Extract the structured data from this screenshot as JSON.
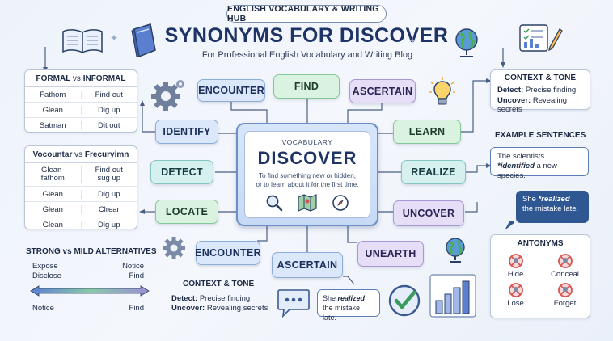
{
  "header": {
    "hub_label": "ENGLISH VOCABULARY & WRITING HUB",
    "title": "SYNONYMS FOR DISCOVER",
    "subtitle": "For Professional English Vocabulary and Writing Blog"
  },
  "center": {
    "label": "VOCABULARY",
    "word": "DISCOVER",
    "definition_line1": "To find something new or hidden,",
    "definition_line2": "or to learn about it for the first time."
  },
  "nodes": {
    "encounter_top": "ENCOUNTER",
    "find": "FIND",
    "ascertain_top": "ASCERTAIN",
    "identify": "IDENTIFY",
    "detect": "DETECT",
    "locate": "LOCATE",
    "encounter_bottom": "ENCOUNTER",
    "ascertain_bottom": "ASCERTAIN",
    "unearth": "UNEARTH",
    "learn": "LEARN",
    "realize": "REALIZE",
    "uncover": "UNCOVER"
  },
  "formal_table": {
    "left_head": "FORMAL",
    "vs": "vs",
    "right_head": "INFORMAL",
    "rows": [
      [
        "Fathom",
        "Find out"
      ],
      [
        "Glean",
        "Dig up"
      ],
      [
        "Satman",
        "Dit out"
      ]
    ]
  },
  "vocab_table": {
    "left_head": "Vocountar",
    "vs": "vs",
    "right_head": "Frecuryimn",
    "rows": [
      [
        "Glean-\nfathom",
        "Find out\nsug up"
      ],
      [
        "Glean",
        "Dig up"
      ],
      [
        "Glean",
        "Clrear"
      ],
      [
        "Glean",
        "Dig up"
      ]
    ]
  },
  "strength": {
    "title": "STRONG vs MILD ALTERNATIVES",
    "left_top": "Expose",
    "left_mid": "Disclose",
    "left_bottom": "Notice",
    "right_top": "Notice",
    "right_mid": "Find",
    "right_bottom": "Find"
  },
  "context_right": {
    "title": "CONTEXT & TONE",
    "detect_label": "Detect:",
    "detect_text": "Precise finding",
    "uncover_label": "Uncover:",
    "uncover_text": "Revealing secrets"
  },
  "context_bottom": {
    "title": "CONTEXT & TONE",
    "detect_label": "Detect:",
    "detect_text": "Precise finding",
    "uncover_label": "Uncover:",
    "uncover_text": "Revealing secrets"
  },
  "examples": {
    "title": "EXAMPLE SENTENCES",
    "s1_pre": "The scientists ",
    "s1_em": "*identified",
    "s1_post": " a new species.",
    "s2_pre": "She ",
    "s2_em": "*realized",
    "s2_post": " the mistake late.",
    "s3_pre": "She ",
    "s3_em": "realized",
    "s3_post": " the mistake late."
  },
  "antonyms": {
    "title": "ANTONYMS",
    "items": [
      "Hide",
      "Conceal",
      "Lose",
      "Forget"
    ]
  },
  "colors": {
    "title": "#1e3466",
    "accent": "#2f5792",
    "blue_node": "#dbe8fb",
    "green_node": "#daf2e0",
    "purple_node": "#e6ddf6",
    "red_icon": "#d9534f"
  },
  "icons": [
    "open-book-icon",
    "closed-book-icon",
    "gear-icon",
    "globe-icon",
    "checklist-pencil-icon",
    "lightbulb-icon",
    "magnifier-icon",
    "map-icon",
    "compass-icon",
    "speech-bubble-icon",
    "checkmark-icon",
    "bar-chart-icon"
  ]
}
